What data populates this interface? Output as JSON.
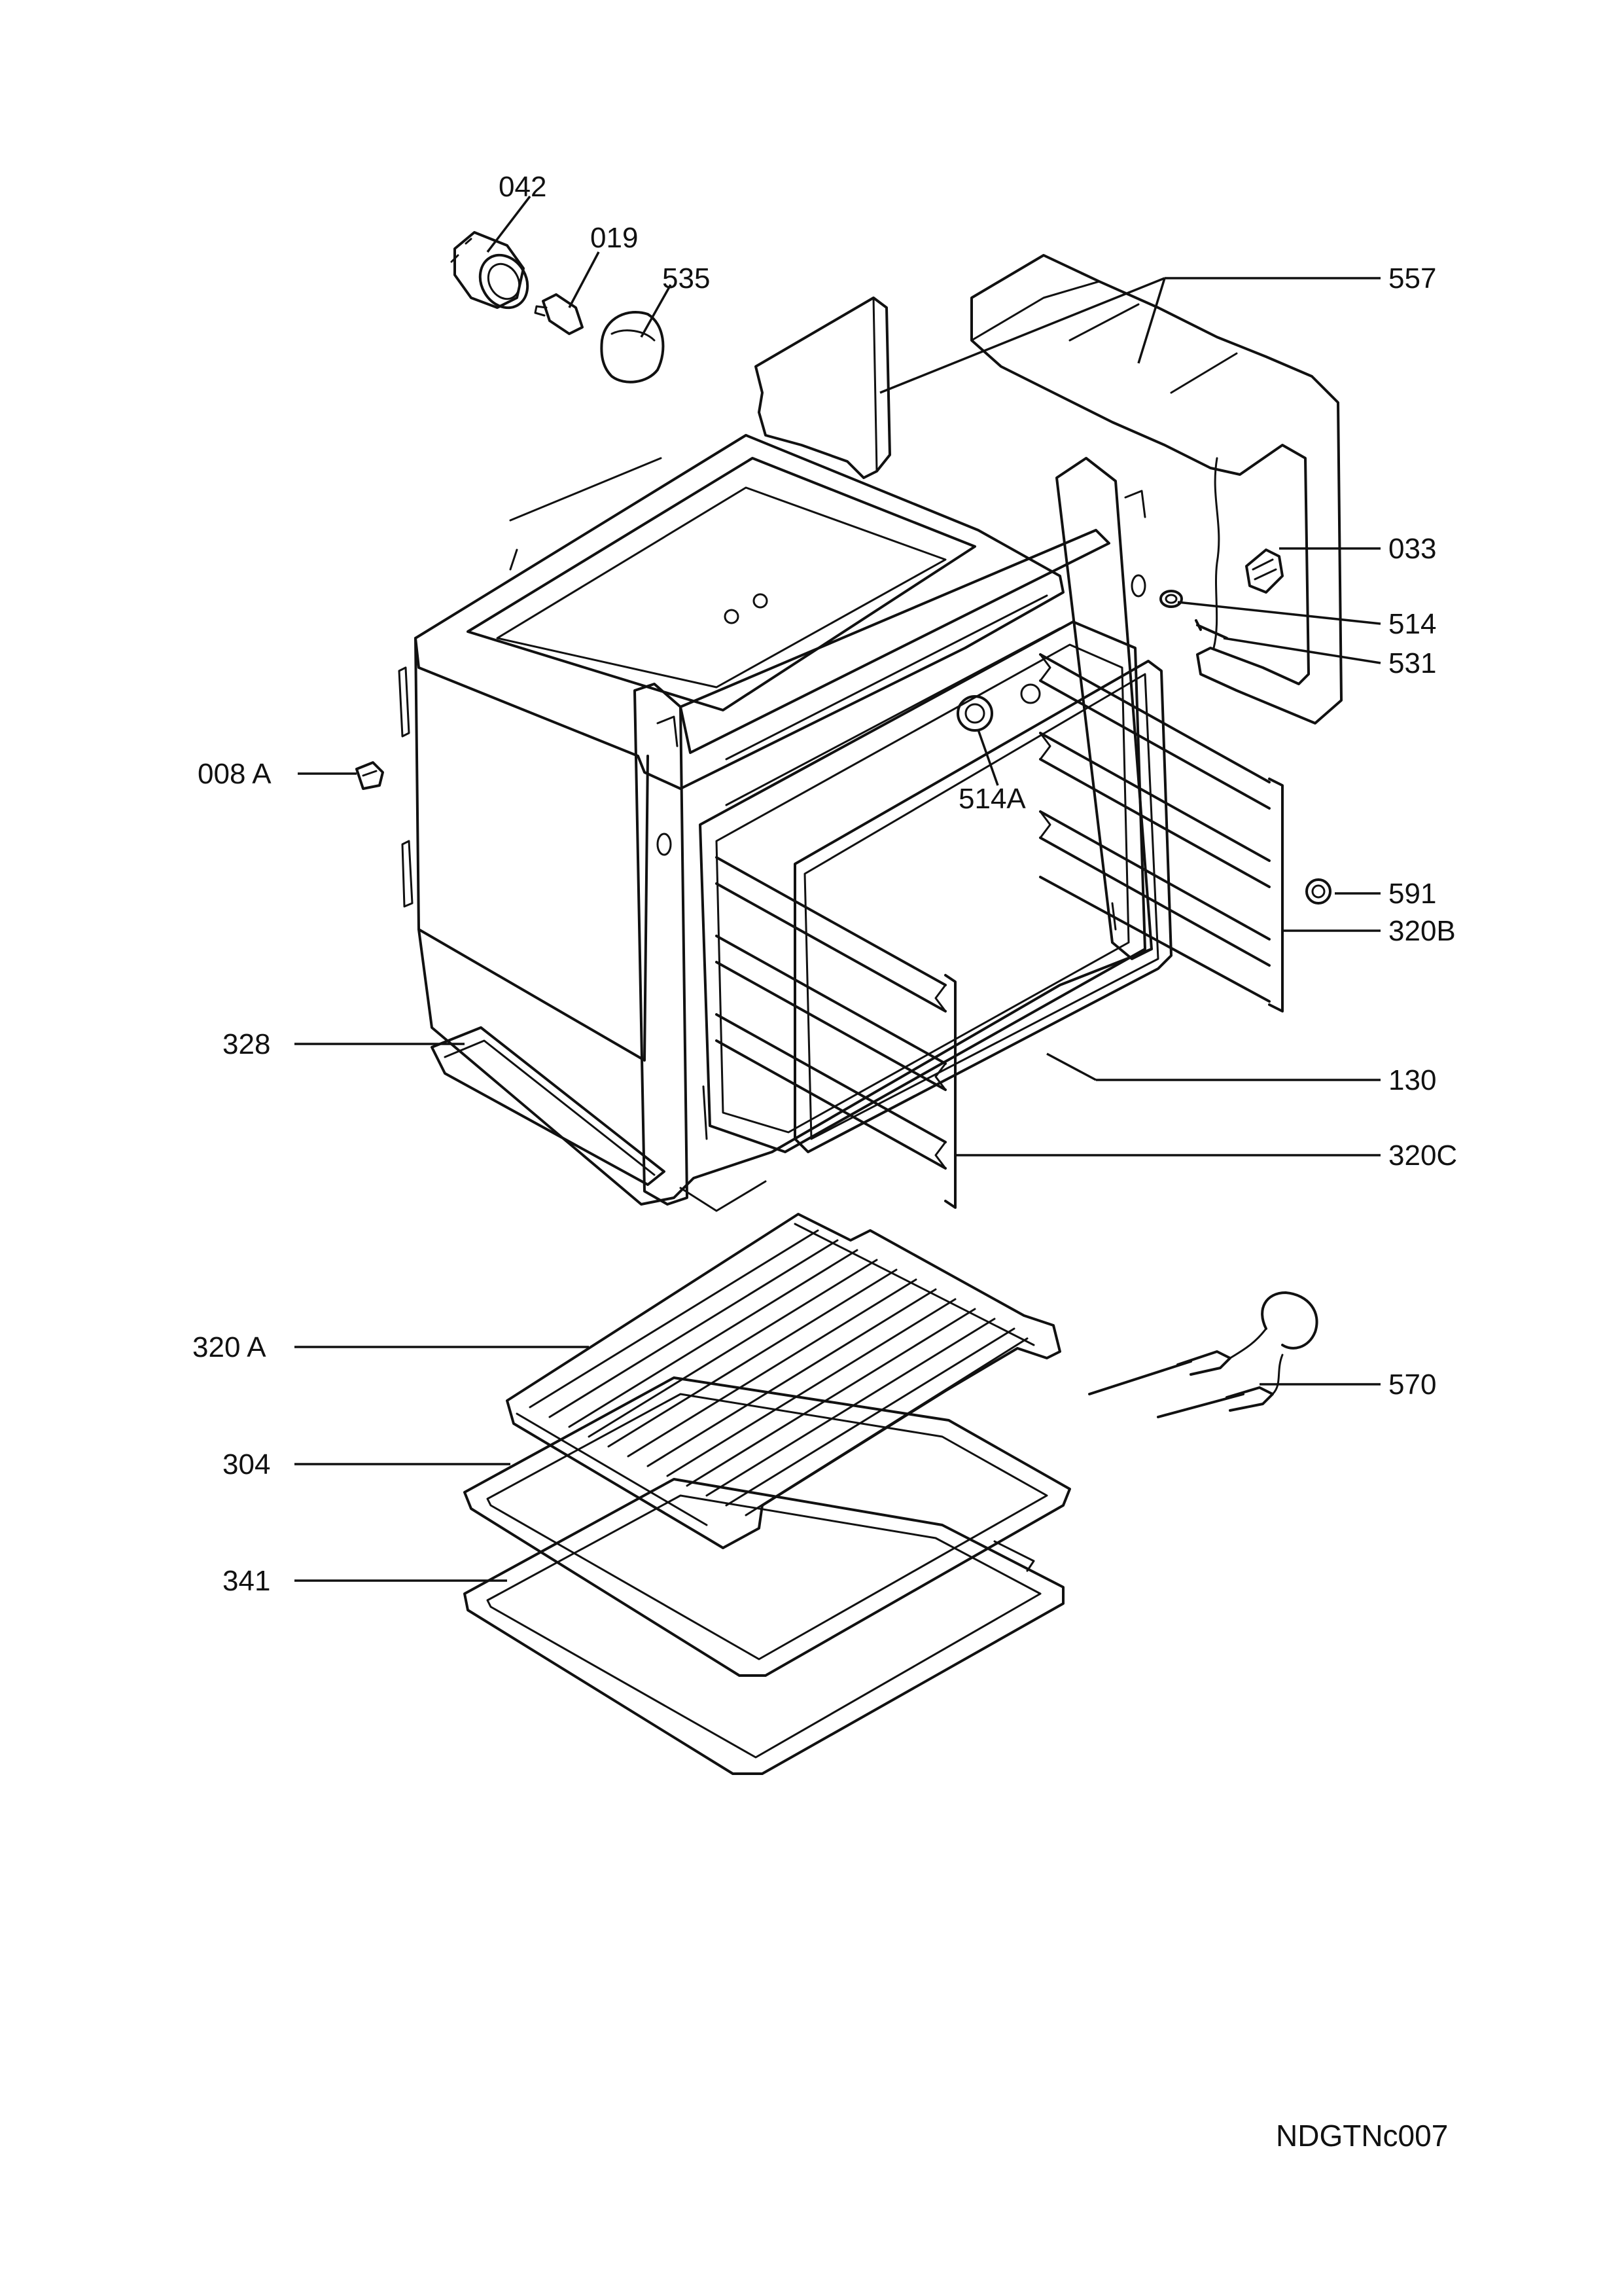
{
  "drawing": {
    "code": "NDGTNc007"
  },
  "callouts": [
    {
      "id": "042",
      "label": "042"
    },
    {
      "id": "019",
      "label": "019"
    },
    {
      "id": "535",
      "label": "535"
    },
    {
      "id": "557",
      "label": "557"
    },
    {
      "id": "033",
      "label": "033"
    },
    {
      "id": "514",
      "label": "514"
    },
    {
      "id": "531",
      "label": "531"
    },
    {
      "id": "008a",
      "label": "008 A"
    },
    {
      "id": "514a",
      "label": "514A"
    },
    {
      "id": "591",
      "label": "591"
    },
    {
      "id": "320b",
      "label": "320B"
    },
    {
      "id": "328",
      "label": "328"
    },
    {
      "id": "130",
      "label": "130"
    },
    {
      "id": "320c",
      "label": "320C"
    },
    {
      "id": "320a",
      "label": "320 A"
    },
    {
      "id": "570",
      "label": "570"
    },
    {
      "id": "304",
      "label": "304"
    },
    {
      "id": "341",
      "label": "341"
    }
  ]
}
